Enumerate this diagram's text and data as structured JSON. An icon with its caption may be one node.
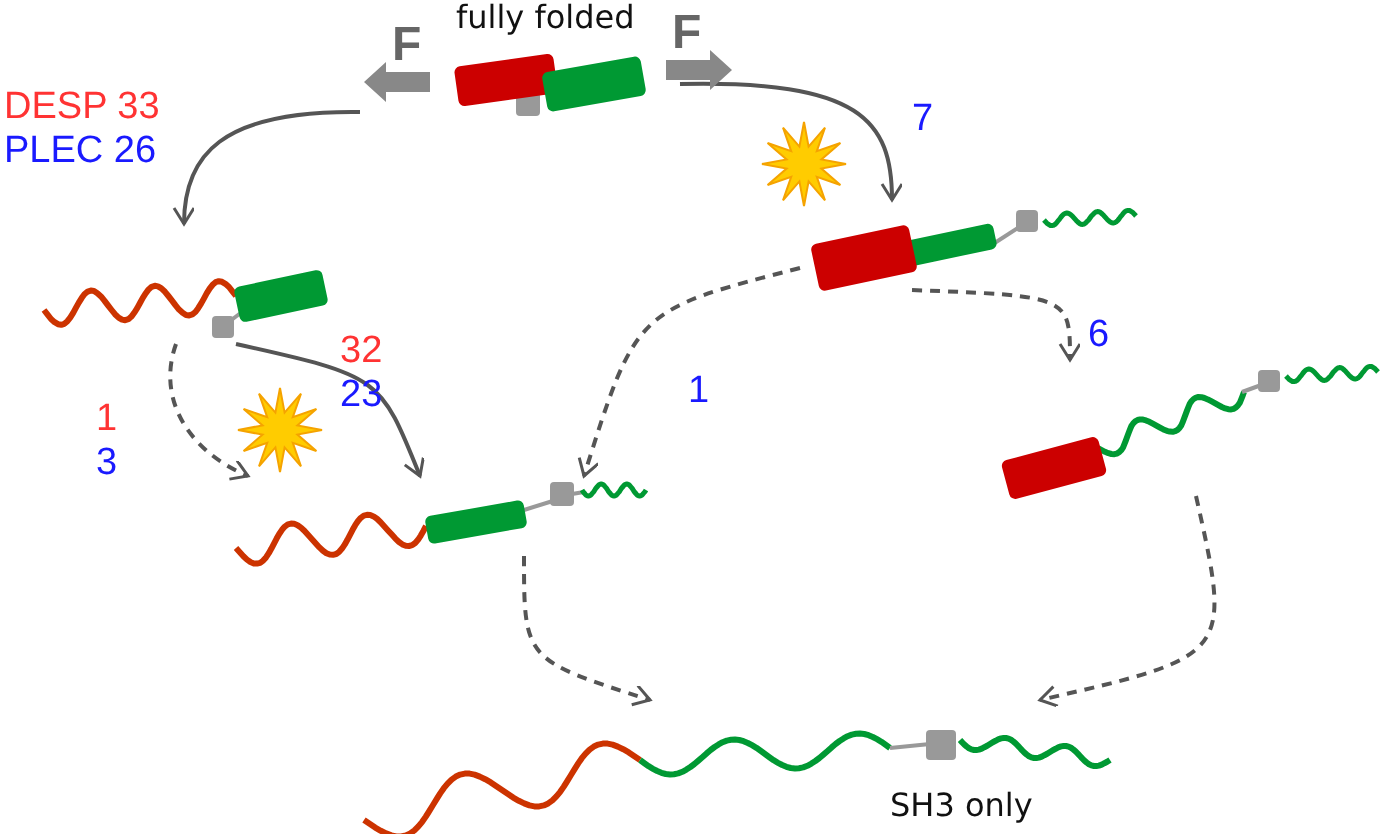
{
  "diagram": {
    "nodes": [
      {
        "text": [
          "fully folded"
        ]
      },
      {
        "text": [],
        "shape": "picture"
      },
      {
        "text": [],
        "shape": "picture"
      },
      {
        "text": [],
        "shape": "picture"
      },
      {
        "text": [],
        "shape": "picture"
      },
      {
        "text": [
          "SH3 only"
        ]
      }
    ],
    "edges": [
      {
        "from": 0,
        "to": 1,
        "arrow": "to"
      },
      {
        "from": 0,
        "to": 2,
        "arrow": "to"
      },
      {
        "from": 1,
        "to": 3,
        "arrow": "to",
        "style": "dashed"
      },
      {
        "from": 1,
        "to": 3,
        "arrow": "to"
      },
      {
        "from": 2,
        "to": 3,
        "arrow": "to",
        "style": "dashed"
      },
      {
        "from": 2,
        "to": 4,
        "arrow": "to",
        "style": "dashed"
      },
      {
        "from": 3,
        "to": 5,
        "arrow": "to",
        "style": "dashed"
      },
      {
        "from": 4,
        "to": 5,
        "arrow": "to",
        "style": "dashed"
      }
    ],
    "labels": [
      "F",
      "F",
      "DESP 33",
      "PLEC 26",
      "7",
      "32",
      "23",
      "1",
      "6",
      "1",
      "3"
    ]
  }
}
